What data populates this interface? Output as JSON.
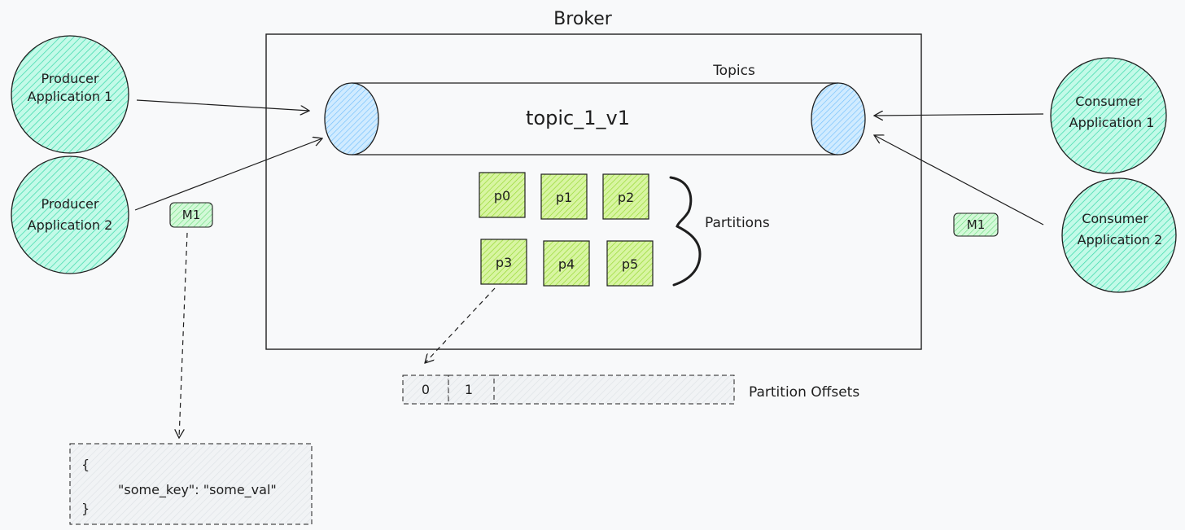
{
  "broker": {
    "title": "Broker"
  },
  "topics": {
    "label": "Topics",
    "topic_name": "topic_1_v1"
  },
  "producers": [
    {
      "line1": "Producer",
      "line2": "Application 1"
    },
    {
      "line1": "Producer",
      "line2": "Application 2"
    }
  ],
  "consumers": [
    {
      "line1": "Consumer",
      "line2": "Application 1"
    },
    {
      "line1": "Consumer",
      "line2": "Application 2"
    }
  ],
  "partitions": {
    "label": "Partitions",
    "items": [
      "p0",
      "p1",
      "p2",
      "p3",
      "p4",
      "p5"
    ]
  },
  "messages": {
    "producer_badge": "M1",
    "consumer_badge": "M1"
  },
  "offsets": {
    "label": "Partition Offsets",
    "cells": [
      "0",
      "1"
    ]
  },
  "message_payload": {
    "open": "{",
    "line": "\"some_key\": \"some_val\"",
    "close": "}"
  },
  "colors": {
    "app_fill": "#a8e6cf",
    "topic_end_fill": "#a5d8ff",
    "partition_fill": "#c0eb75",
    "badge_fill": "#b2f2bb",
    "dashed_box_fill": "#e9ecef",
    "stroke": "#1e1e1e"
  }
}
